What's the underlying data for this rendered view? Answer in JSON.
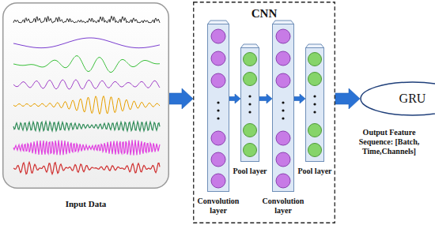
{
  "diagram": {
    "nodes": [
      {
        "text": [
          "Input Data"
        ]
      },
      {
        "text": [
          "CNN"
        ]
      },
      {
        "text": [
          "Convolution layer"
        ],
        "in": 1
      },
      {
        "text": [
          "Pool layer"
        ],
        "in": 1
      },
      {
        "text": [
          "Convolution layer"
        ],
        "in": 1
      },
      {
        "text": [
          "Pool layer"
        ],
        "in": 1
      },
      {
        "text": [
          "GRU"
        ]
      }
    ],
    "edges": [
      {
        "from": 0,
        "to": 1,
        "arrow": "to"
      },
      {
        "from": 2,
        "to": 3,
        "arrow": "to"
      },
      {
        "from": 3,
        "to": 4,
        "arrow": "to"
      },
      {
        "from": 4,
        "to": 5,
        "arrow": "to"
      },
      {
        "from": 1,
        "to": 6,
        "arrow": "to"
      }
    ],
    "labels": [
      "Output Feature Sequence: [Batch, Time,Channels]"
    ]
  }
}
